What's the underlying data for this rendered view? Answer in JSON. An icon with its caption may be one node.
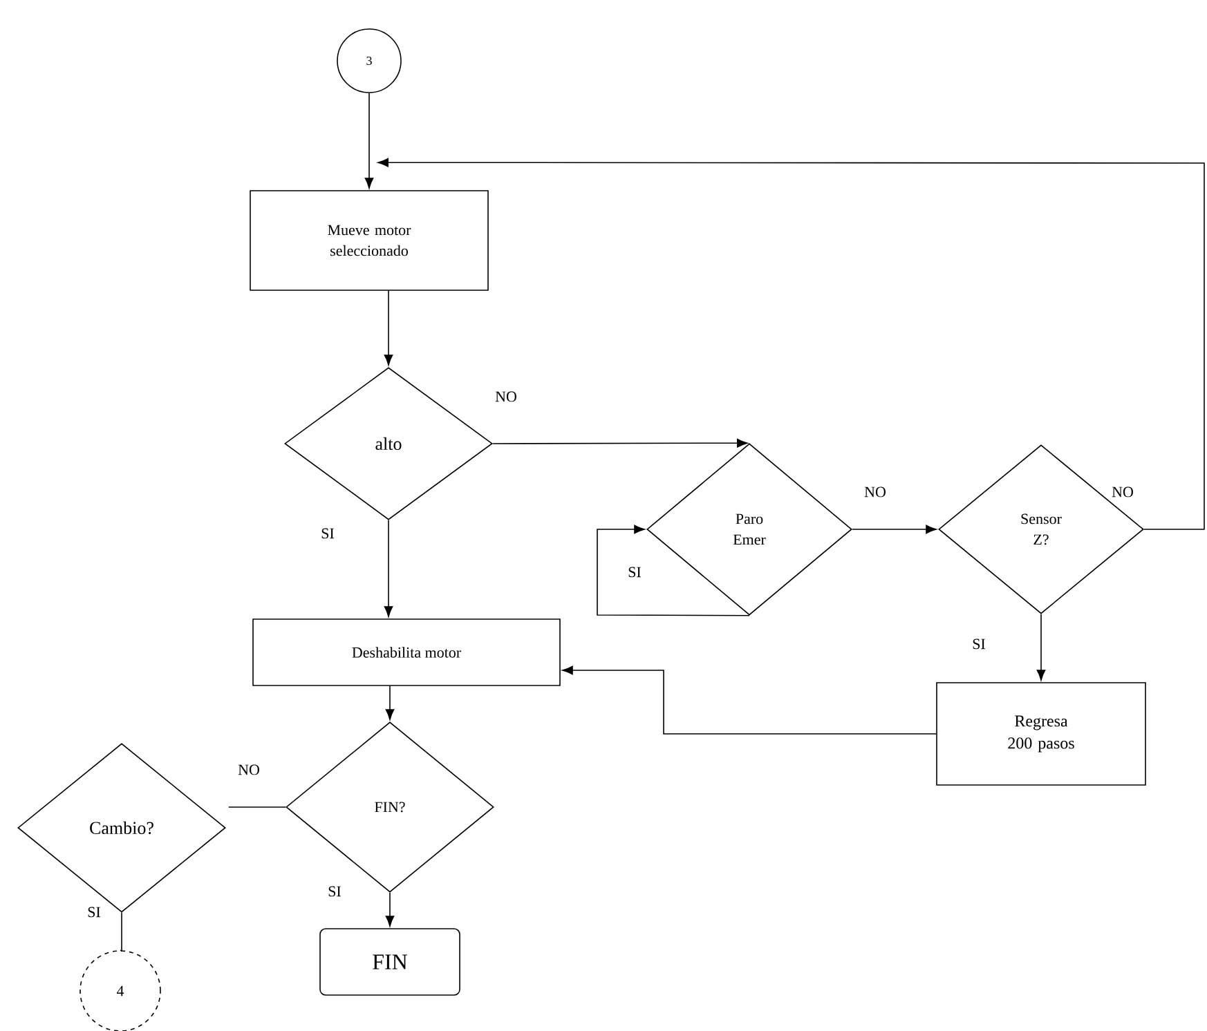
{
  "diagram": {
    "nodes": [
      {
        "text": [
          "3"
        ]
      },
      {
        "text": [
          "Mueve motor seleccionado"
        ]
      },
      {
        "text": [
          "alto"
        ]
      },
      {
        "text": [
          "Paro Emer"
        ]
      },
      {
        "text": [
          "Sensor Z?"
        ]
      },
      {
        "text": [
          "Deshabilita motor"
        ]
      },
      {
        "text": [
          "Regresa 200 pasos"
        ]
      },
      {
        "text": [
          "FIN?"
        ]
      },
      {
        "text": [
          "FIN"
        ]
      },
      {
        "text": [
          "Cambio?"
        ]
      },
      {
        "text": [
          "4"
        ]
      }
    ],
    "edges": [
      {
        "from": 0,
        "to": 1,
        "arrow": "to"
      },
      {
        "from": 1,
        "to": 2,
        "arrow": "to"
      },
      {
        "from": 2,
        "to": 3,
        "arrow": "to",
        "label": "NO"
      },
      {
        "from": 2,
        "to": 5,
        "arrow": "to",
        "label": "SI"
      },
      {
        "from": 3,
        "to": 3,
        "arrow": "to",
        "label": "SI"
      },
      {
        "from": 3,
        "to": 4,
        "arrow": "to",
        "label": "NO"
      },
      {
        "from": 4,
        "to": 1,
        "arrow": "to",
        "label": "NO"
      },
      {
        "from": 4,
        "to": 6,
        "arrow": "to",
        "label": "SI"
      },
      {
        "from": 6,
        "to": 5,
        "arrow": "to"
      },
      {
        "from": 5,
        "to": 7,
        "arrow": "to"
      },
      {
        "from": 7,
        "to": 9,
        "arrow": "none",
        "label": "NO"
      },
      {
        "from": 7,
        "to": 8,
        "arrow": "to",
        "label": "SI"
      },
      {
        "from": 9,
        "to": 10,
        "arrow": "none",
        "label": "SI"
      }
    ]
  }
}
